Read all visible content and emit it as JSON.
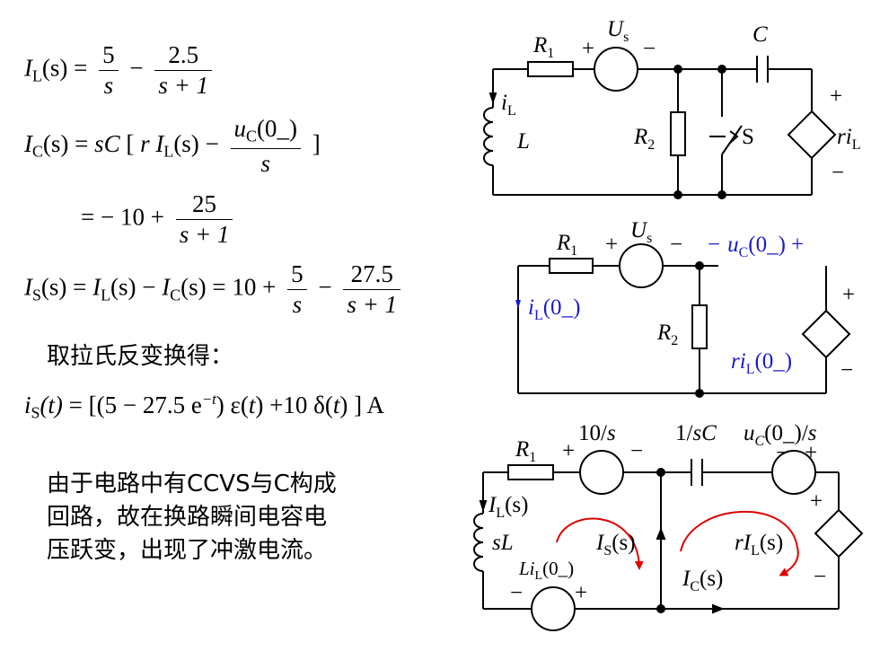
{
  "equations": {
    "eq1": {
      "lhs": "I",
      "lhs_sub": "L",
      "arg": "(s)",
      "eq": "=",
      "f1_num": "5",
      "f1_den": "s",
      "minus": "−",
      "f2_num": "2.5",
      "f2_den": "s + 1"
    },
    "eq2": {
      "lhs": "I",
      "lhs_sub": "C",
      "arg": "(s)",
      "eq": "= ",
      "sc": "sC",
      "lb": " [ ",
      "r": "r",
      "ILs": "I",
      "ILs_sub": "L",
      "ILs_arg": "(s)",
      "minus": "−",
      "num_u": "u",
      "num_sub": "C",
      "num_arg": "(0",
      "num_tail": "_)",
      "den": "s",
      "rb": "]"
    },
    "eq3": {
      "eq": "= − 10 +",
      "f_num": "25",
      "f_den": "s + 1"
    },
    "eq4": {
      "lhs": "I",
      "lhs_sub": "S",
      "arg": "(s)",
      "eq": "=",
      "t1": "I",
      "t1_sub": "L",
      "t1_arg": "(s)",
      "minus": "−",
      "t2": "I",
      "t2_sub": "C",
      "t2_arg": "(s)",
      "eq2": "= 10 +",
      "f1_num": "5",
      "f1_den": "s",
      "minus2": "−",
      "f2_num": "27.5",
      "f2_den": "s + 1"
    },
    "eq5": {
      "lhs": "i",
      "lhs_sub": "S",
      "arg": "(t)",
      "body1": " = [(5 − 27.5 e",
      "exp": "−t",
      "body2": ") ε(",
      "t": "t",
      "body3": ") +10 δ(",
      "t2": "t",
      "body4": ") ]  A"
    }
  },
  "text": {
    "inverse": "取拉氏反变换得：",
    "note_1": "由于电路中有CCVS与C构成",
    "note_2": "回路，故在换路瞬间电容电",
    "note_3": "压跃变，出现了冲激电流。"
  },
  "circuit1": {
    "R1": "R",
    "R1_sub": "1",
    "Us": "U",
    "Us_sub": "s",
    "plus": "+",
    "minus": "−",
    "C": "C",
    "iL": "i",
    "iL_sub": "L",
    "L": "L",
    "R2": "R",
    "R2_sub": "2",
    "S": "S",
    "src": "ri",
    "src_sub": "L"
  },
  "circuit2": {
    "R1": "R",
    "R1_sub": "1",
    "Us": "U",
    "Us_sub": "s",
    "plus": "+",
    "minus": "−",
    "uc_minus": "−",
    "uc": "u",
    "uc_sub": "C",
    "uc_arg": "(0",
    "uc_tail": "_)",
    "uc_plus": "+",
    "iL0": "i",
    "iL0_sub": "L",
    "iL0_arg": "(0",
    "iL0_tail": "_)",
    "R2": "R",
    "R2_sub": "2",
    "src": "ri",
    "src_sub": "L",
    "src_arg": "(0",
    "src_tail": "_)"
  },
  "circuit3": {
    "R1": "R",
    "R1_sub": "1",
    "V10": "10/",
    "V10_s": "s",
    "plus": "+",
    "minus": "−",
    "zc": "1/",
    "zc_s": "sC",
    "uc": "u",
    "uc_sub": "C",
    "uc_arg": "(0",
    "uc_tail": "_)/",
    "uc_s": "s",
    "ILs": "I",
    "ILs_sub": "L",
    "ILs_arg": "(s)",
    "sL": "sL",
    "Is": "I",
    "Is_sub": "S",
    "Is_arg": "(s)",
    "rIL": "rI",
    "rIL_sub": "L",
    "rIL_arg": "(s)",
    "Li": "Li",
    "Li_sub": "L",
    "Li_arg": "(0",
    "Li_tail": "_)",
    "Ic": "I",
    "Ic_sub": "C",
    "Ic_arg": "(s)"
  },
  "colors": {
    "blue": "#1a1acc",
    "red": "#e00000",
    "black": "#000000"
  }
}
